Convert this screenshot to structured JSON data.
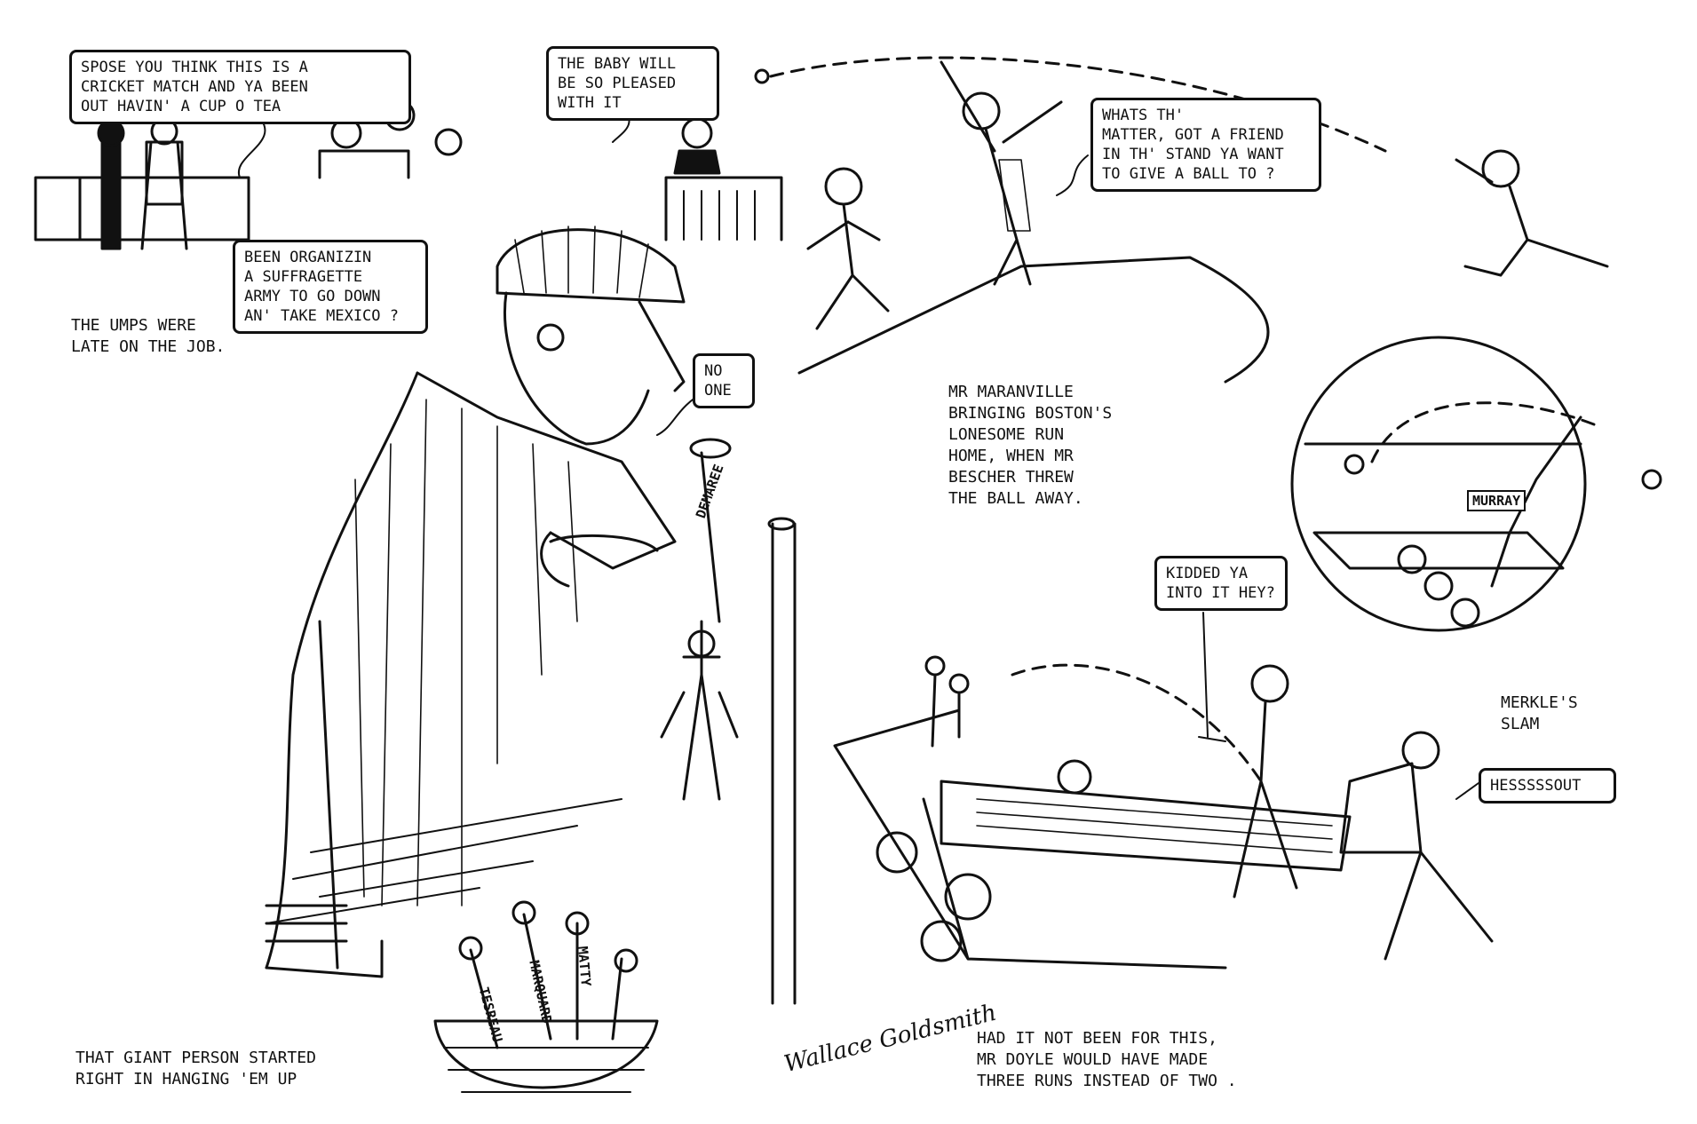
{
  "speech": {
    "cricket": "SPOSE YOU THINK THIS IS A\nCRICKET MATCH AND YA BEEN\nOUT HAVIN' A CUP O TEA",
    "baby": "THE BABY WILL\nBE SO PLEASED\nWITH IT",
    "friend": "WHATS TH'\nMATTER, GOT A FRIEND\nIN TH' STAND YA WANT\nTO GIVE A BALL TO ?",
    "suffragette": "BEEN ORGANIZIN\nA SUFFRAGETTE\nARMY TO GO DOWN\nAN' TAKE MEXICO ?",
    "no_one": "NO\nONE",
    "kidded": "KIDDED YA\nINTO IT HEY?",
    "out": "HESSSSSOUT"
  },
  "captions": {
    "umps": "THE UMPS WERE\nLATE ON THE JOB.",
    "maranville": "MR MARANVILLE\nBRINGING BOSTON'S\nLONESOME RUN\nHOME, WHEN MR\nBESCHER THREW\nTHE BALL AWAY.",
    "merkle": "MERKLE'S\nSLAM",
    "giant": "THAT GIANT PERSON STARTED\nRIGHT IN HANGING 'EM UP",
    "doyle": "HAD IT NOT BEEN FOR THIS,\nMR DOYLE WOULD HAVE MADE\nTHREE RUNS INSTEAD OF TWO ."
  },
  "bat_labels": {
    "hanging": "DEMAREE",
    "basket": [
      "TESREAU",
      "MARQUARD",
      "MATTY"
    ],
    "murray_sign": "MURRAY"
  },
  "signature": "Wallace Goldsmith",
  "colors": {
    "ink": "#111111",
    "paper": "#ffffff"
  }
}
